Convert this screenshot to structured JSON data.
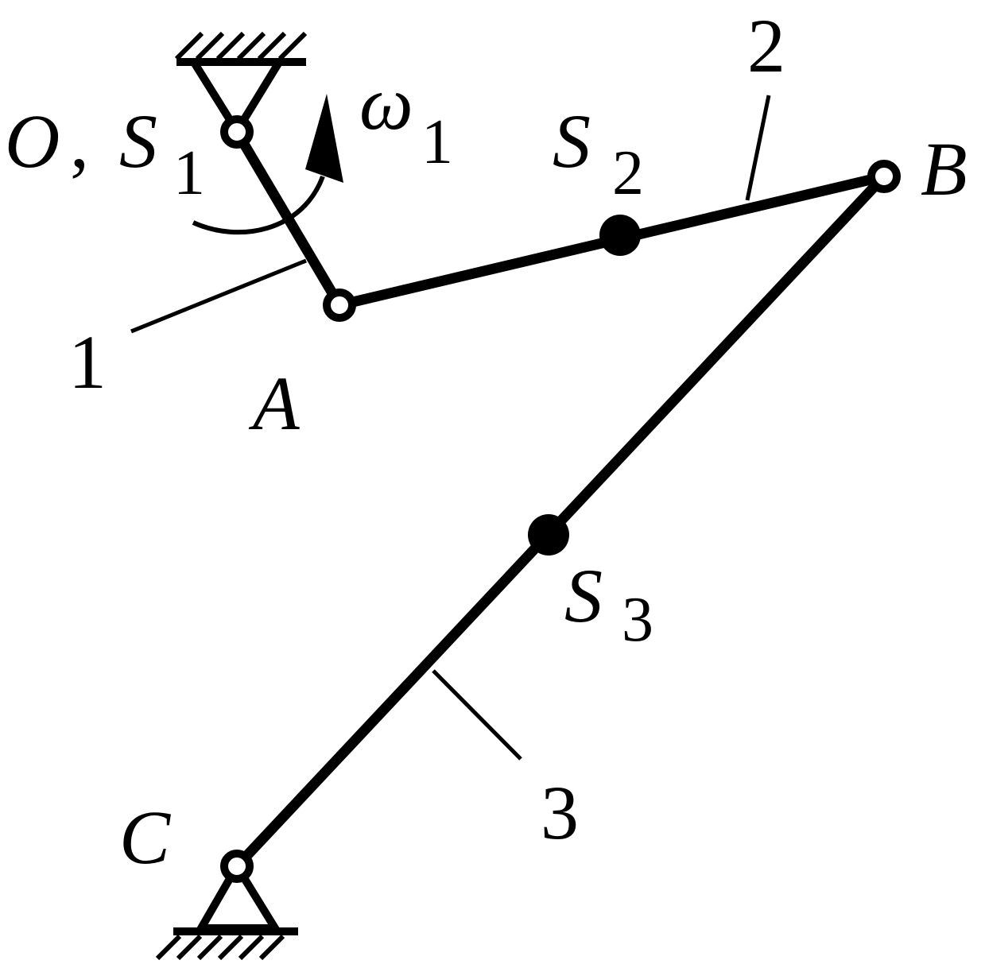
{
  "labels": {
    "O": "O",
    "comma": ",",
    "S": "S",
    "S1_sub": "1",
    "omega": "ω",
    "omega_sub": "1",
    "S2_sub": "2",
    "S3_sub": "3",
    "A": "A",
    "B": "B",
    "C": "C",
    "link1": "1",
    "link2": "2",
    "link3": "3"
  }
}
